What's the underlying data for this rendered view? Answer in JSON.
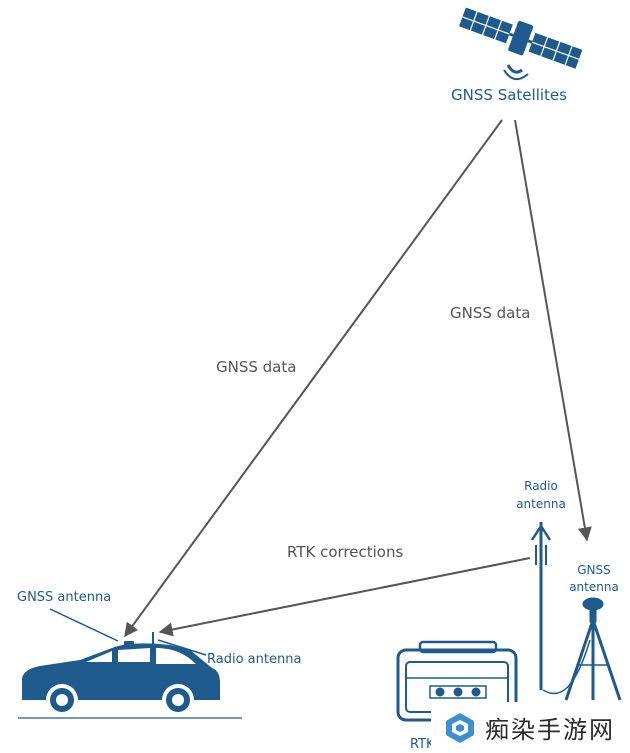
{
  "labels": {
    "satellites": "GNSS Satellites",
    "gnss_data_left": "GNSS data",
    "gnss_data_right": "GNSS data",
    "rtk_corrections": "RTK corrections",
    "car_gnss_antenna": "GNSS antenna",
    "car_radio_antenna": "Radio antenna",
    "base_radio_antenna_line1": "Radio",
    "base_radio_antenna_line2": "antenna",
    "base_gnss_antenna_line1": "GNSS",
    "base_gnss_antenna_line2": "antenna",
    "base_station_partial": "RTK"
  },
  "watermark": {
    "text": "痴染手游网"
  },
  "colors": {
    "brand_blue": "#1e5a8c",
    "arrow_gray": "#555555",
    "label_gray": "#555555",
    "label_blue": "#1e5a8c"
  }
}
